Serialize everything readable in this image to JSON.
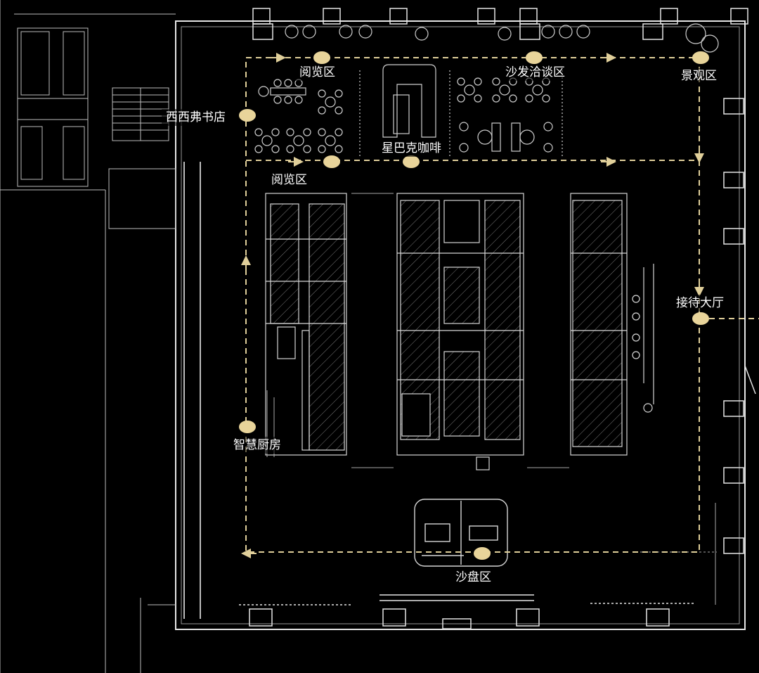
{
  "colors": {
    "background": "#000000",
    "wall": "#e6e6e6",
    "wall_thin": "#bdbdbd",
    "route": "#e0cf9a",
    "marker": "#e8d49a",
    "label_text": "#ffffff"
  },
  "zones": [
    {
      "id": "reading-top",
      "label": "阅览区"
    },
    {
      "id": "sofa",
      "label": "沙发洽谈区"
    },
    {
      "id": "landscape",
      "label": "景观区"
    },
    {
      "id": "bookstore",
      "label": "西西弗书店"
    },
    {
      "id": "starbucks",
      "label": "星巴克咖啡"
    },
    {
      "id": "reading-mid",
      "label": "阅览区"
    },
    {
      "id": "reception",
      "label": "接待大厅"
    },
    {
      "id": "kitchen",
      "label": "智慧厨房"
    },
    {
      "id": "sandtable",
      "label": "沙盘区"
    }
  ]
}
